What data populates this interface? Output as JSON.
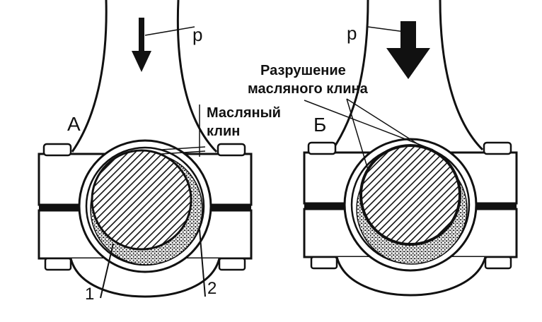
{
  "left_panel": {
    "panel_letter": "А",
    "force_label": "р",
    "callout_text_line1": "Масляный",
    "callout_text_line2": "клин",
    "marker_1": "1",
    "marker_2": "2"
  },
  "right_panel": {
    "panel_letter": "Б",
    "force_label": "р",
    "callout_text_line1": "Разрушение",
    "callout_text_line2": "масляного клина"
  },
  "colors": {
    "ink": "#111111",
    "paper": "#ffffff"
  }
}
